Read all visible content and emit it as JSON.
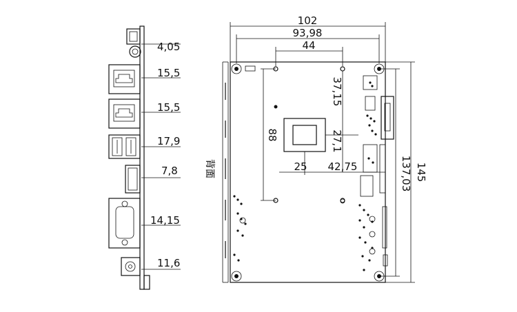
{
  "side_view": {
    "dimensions": [
      "4,05",
      "15,5",
      "15,5",
      "17,9",
      "7,8",
      "14,15",
      "11,6"
    ]
  },
  "top_view": {
    "label_back": "背面",
    "width_overall": "102",
    "width_holes": "93,98",
    "width_inner_holes": "44",
    "cpu_hole_vertical": "37,15",
    "cpu_height": "27,1",
    "hole_vertical": "88",
    "cpu_offset_left": "25",
    "cpu_offset_right": "42,75",
    "height_holes": "137,03",
    "height_overall": "145"
  }
}
